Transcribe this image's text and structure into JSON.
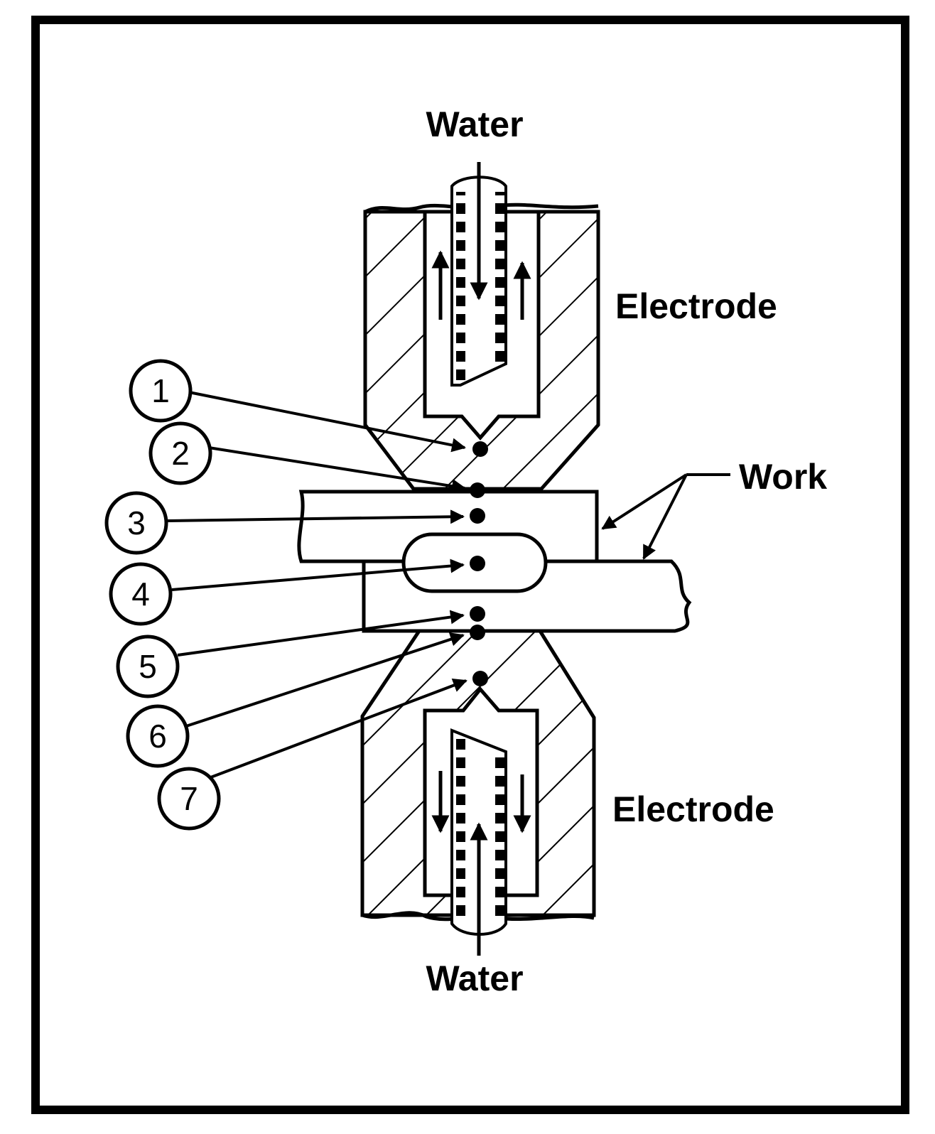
{
  "diagram": {
    "labels": {
      "water_top": "Water",
      "water_bottom": "Water",
      "electrode_top": "Electrode",
      "electrode_bottom": "Electrode",
      "work": "Work"
    },
    "points": [
      "1",
      "2",
      "3",
      "4",
      "5",
      "6",
      "7"
    ]
  }
}
